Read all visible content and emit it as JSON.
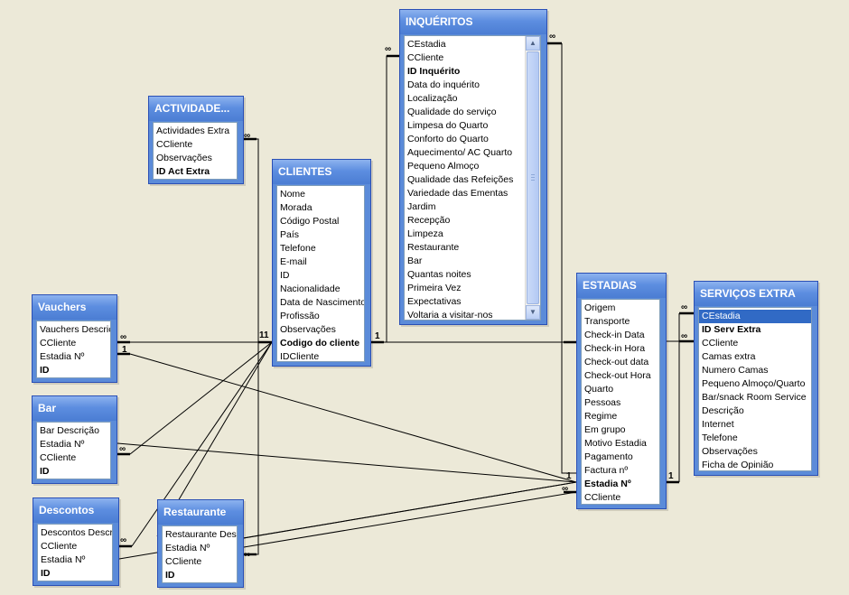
{
  "tables": {
    "inqueritos": {
      "title": "INQUÉRITOS",
      "fields": [
        {
          "label": "CEstadia"
        },
        {
          "label": "CCliente"
        },
        {
          "label": "ID Inquérito",
          "key": true
        },
        {
          "label": "Data do inquérito"
        },
        {
          "label": "Localização"
        },
        {
          "label": "Qualidade do serviço"
        },
        {
          "label": "Limpesa do Quarto"
        },
        {
          "label": "Conforto do Quarto"
        },
        {
          "label": "Aquecimento/ AC Quarto"
        },
        {
          "label": "Pequeno Almoço"
        },
        {
          "label": "Qualidade das Refeições"
        },
        {
          "label": "Variedade das Ementas"
        },
        {
          "label": "Jardim"
        },
        {
          "label": "Recepção"
        },
        {
          "label": "Limpeza"
        },
        {
          "label": "Restaurante"
        },
        {
          "label": "Bar"
        },
        {
          "label": "Quantas noites"
        },
        {
          "label": "Primeira Vez"
        },
        {
          "label": "Expectativas"
        },
        {
          "label": "Voltaria a visitar-nos"
        }
      ]
    },
    "actividades": {
      "title": "ACTIVIDADE...",
      "fields": [
        {
          "label": "Actividades Extra"
        },
        {
          "label": "CCliente"
        },
        {
          "label": "Observações"
        },
        {
          "label": "ID Act Extra",
          "key": true
        }
      ]
    },
    "clientes": {
      "title": "CLIENTES",
      "fields": [
        {
          "label": "Nome"
        },
        {
          "label": "Morada"
        },
        {
          "label": "Código Postal"
        },
        {
          "label": "País"
        },
        {
          "label": "Telefone"
        },
        {
          "label": "E-mail"
        },
        {
          "label": "ID"
        },
        {
          "label": "Nacionalidade"
        },
        {
          "label": "Data de Nascimento"
        },
        {
          "label": "Profissão"
        },
        {
          "label": "Observações"
        },
        {
          "label": "Codigo do cliente",
          "key": true
        },
        {
          "label": "IDCliente"
        }
      ]
    },
    "vauchers": {
      "title": "Vauchers",
      "fields": [
        {
          "label": "Vauchers Descrição"
        },
        {
          "label": "CCliente"
        },
        {
          "label": "Estadia Nº"
        },
        {
          "label": "ID",
          "key": true
        }
      ]
    },
    "bar": {
      "title": "Bar",
      "fields": [
        {
          "label": "Bar Descrição"
        },
        {
          "label": "Estadia Nº"
        },
        {
          "label": "CCliente"
        },
        {
          "label": "ID",
          "key": true
        }
      ]
    },
    "descontos": {
      "title": "Descontos",
      "fields": [
        {
          "label": "Descontos Descri"
        },
        {
          "label": "CCliente"
        },
        {
          "label": "Estadia Nº"
        },
        {
          "label": "ID",
          "key": true
        }
      ]
    },
    "restaurante": {
      "title": "Restaurante",
      "fields": [
        {
          "label": "Restaurante Desc"
        },
        {
          "label": "Estadia Nº"
        },
        {
          "label": "CCliente"
        },
        {
          "label": "ID",
          "key": true
        }
      ]
    },
    "estadias": {
      "title": "ESTADIAS",
      "fields": [
        {
          "label": "Origem"
        },
        {
          "label": "Transporte"
        },
        {
          "label": "Check-in Data"
        },
        {
          "label": "Check-in Hora"
        },
        {
          "label": "Check-out data"
        },
        {
          "label": "Check-out Hora"
        },
        {
          "label": "Quarto"
        },
        {
          "label": "Pessoas"
        },
        {
          "label": "Regime"
        },
        {
          "label": "Em grupo"
        },
        {
          "label": "Motivo Estadia"
        },
        {
          "label": "Pagamento"
        },
        {
          "label": "Factura nº"
        },
        {
          "label": "Estadia Nº",
          "key": true
        },
        {
          "label": "CCliente"
        }
      ]
    },
    "servicos": {
      "title": "SERVIÇOS EXTRA",
      "fields": [
        {
          "label": "CEstadia",
          "selected": true
        },
        {
          "label": "ID Serv Extra",
          "key": true
        },
        {
          "label": "CCliente"
        },
        {
          "label": "Camas extra"
        },
        {
          "label": "Numero Camas"
        },
        {
          "label": "Pequeno Almoço/Quarto"
        },
        {
          "label": "Bar/snack Room Service"
        },
        {
          "label": "Descrição"
        },
        {
          "label": "Internet"
        },
        {
          "label": "Telefone"
        },
        {
          "label": "Observações"
        },
        {
          "label": "Ficha de Opinião"
        }
      ]
    }
  },
  "labels": {
    "one": "1",
    "many": "∞",
    "one_one": "11"
  }
}
